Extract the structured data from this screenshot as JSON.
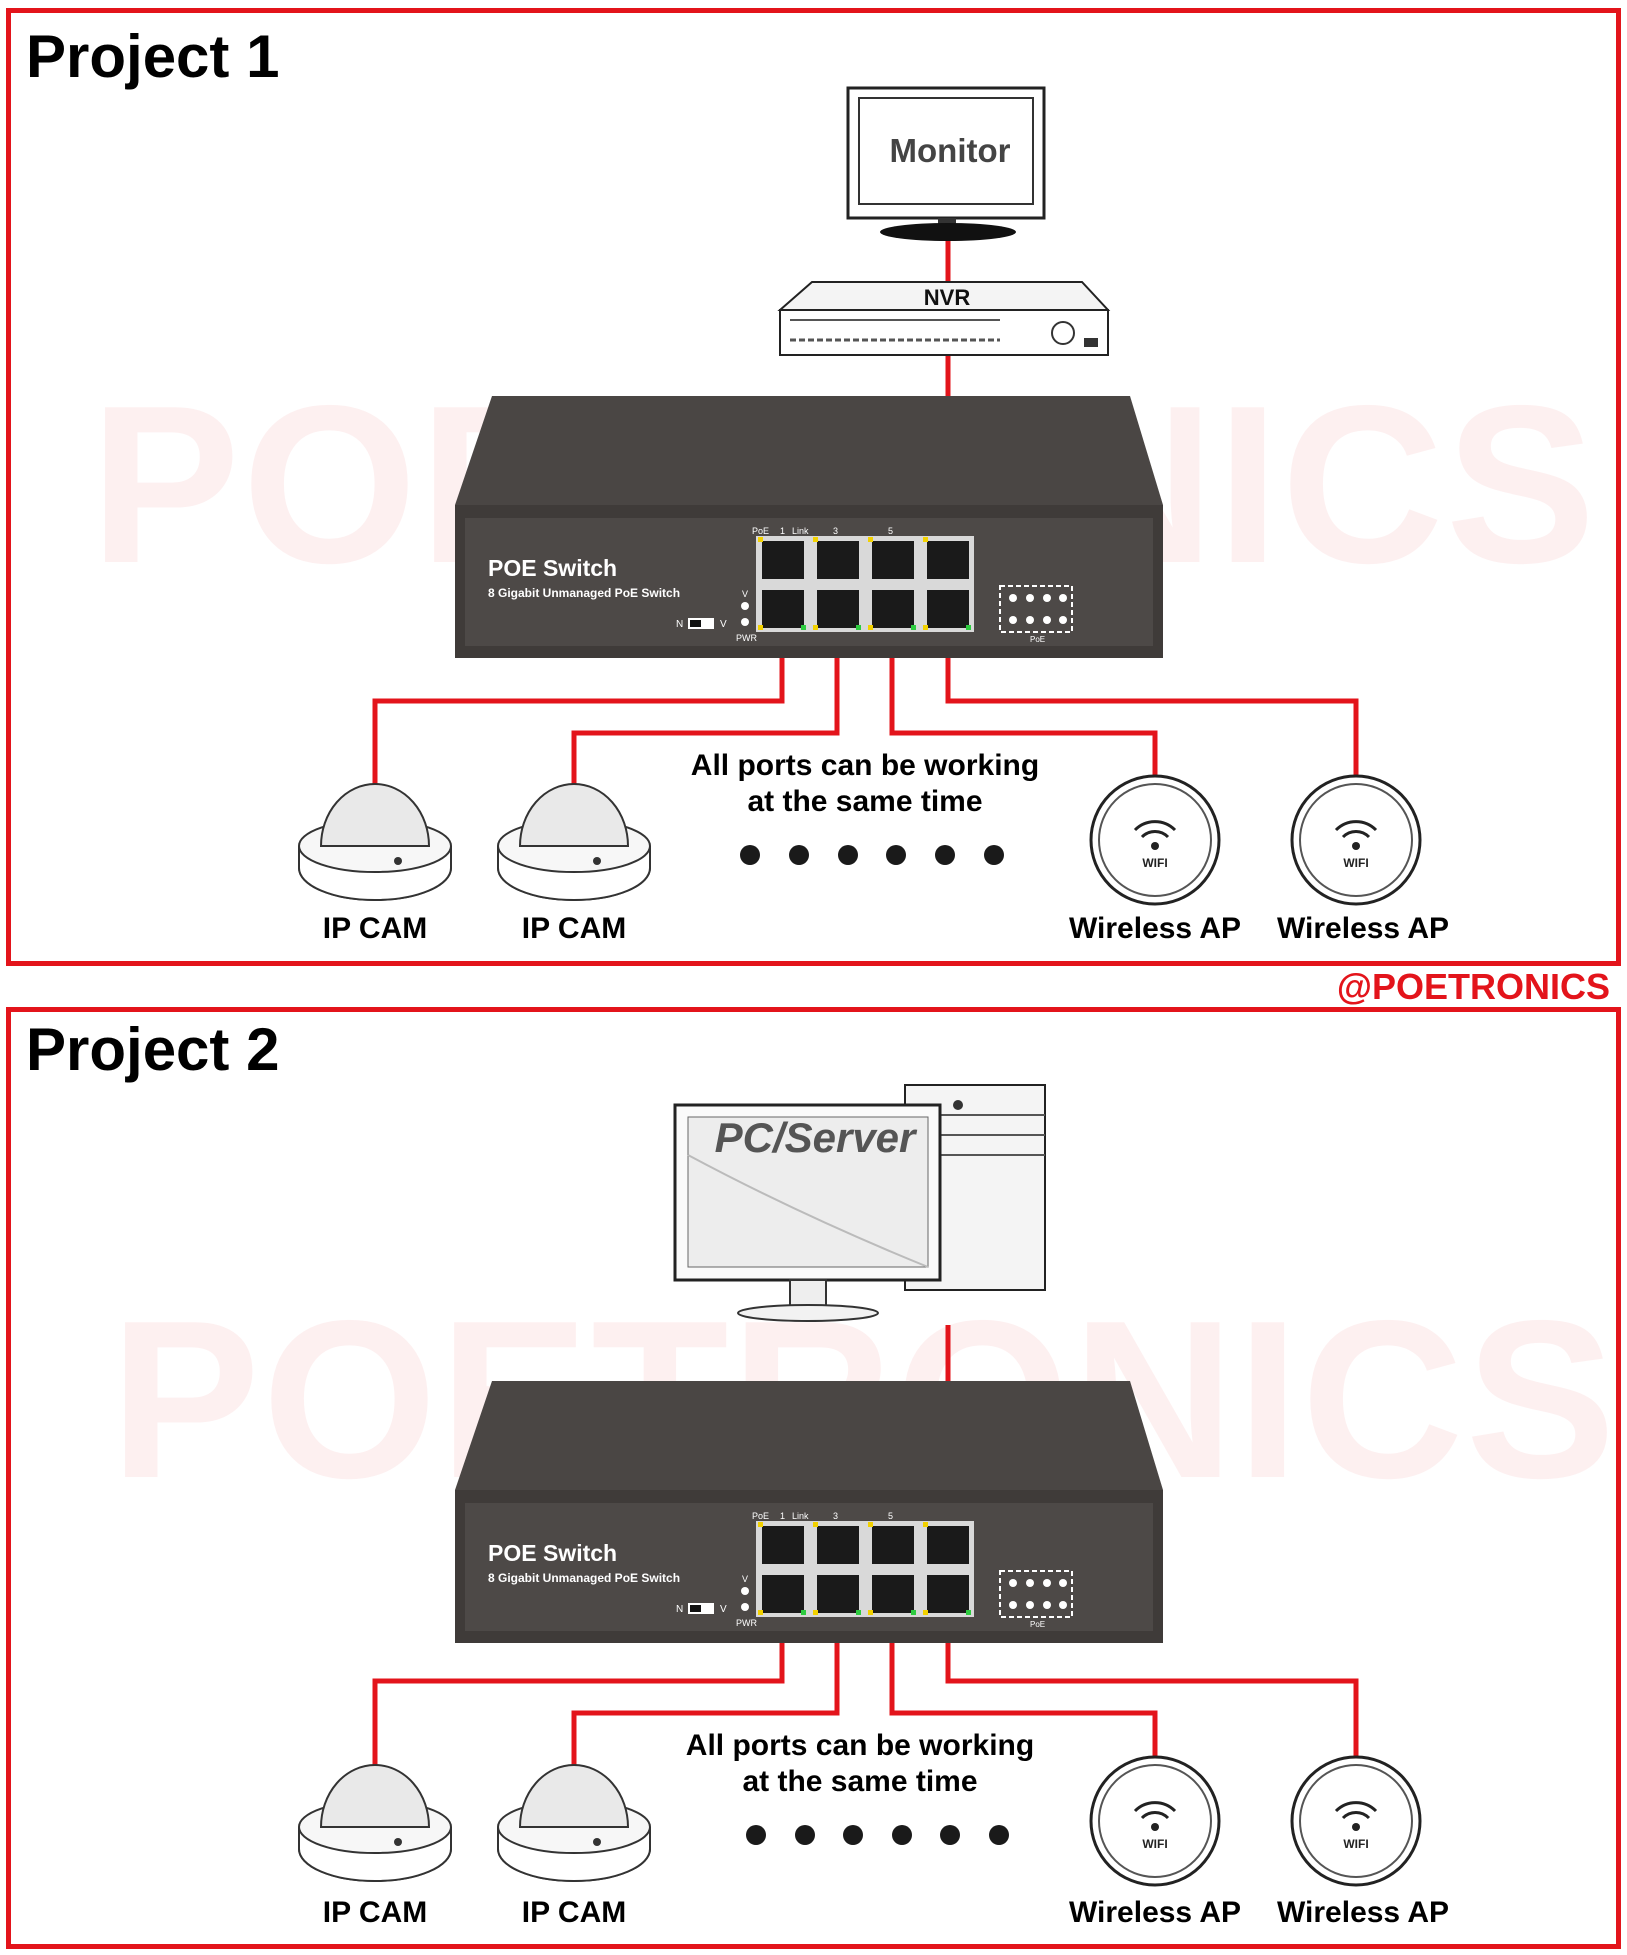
{
  "projects": [
    {
      "title": "Project 1",
      "head_device": "Monitor",
      "recorder": "NVR",
      "switch": {
        "name": "POE Switch",
        "subtitle": "8 Gigabit Unmanaged PoE Switch"
      },
      "note_line1": "All ports can be working",
      "note_line2": "at the same time",
      "devices": [
        "IP CAM",
        "IP CAM",
        "Wireless AP",
        "Wireless AP"
      ]
    },
    {
      "title": "Project 2",
      "head_device": "PC/Server",
      "switch": {
        "name": "POE Switch",
        "subtitle": "8 Gigabit Unmanaged PoE Switch"
      },
      "note_line1": "All ports can be working",
      "note_line2": "at the same time",
      "devices": [
        "IP CAM",
        "IP CAM",
        "Wireless AP",
        "Wireless AP"
      ]
    }
  ],
  "switch_panel": {
    "poe": "PoE",
    "link": "Link",
    "port1": "1",
    "port3": "3",
    "port5": "5",
    "pwr": "PWR",
    "n": "N",
    "v": "V",
    "poe_small": "PoE"
  },
  "ap_badge": "WIFI",
  "watermark": "POETRONICS",
  "credit": "@POETRONICS",
  "colors": {
    "frame": "#e3141b",
    "cable": "#e3141b",
    "switch_body": "#4a4644",
    "switch_face": "#3a3735"
  }
}
